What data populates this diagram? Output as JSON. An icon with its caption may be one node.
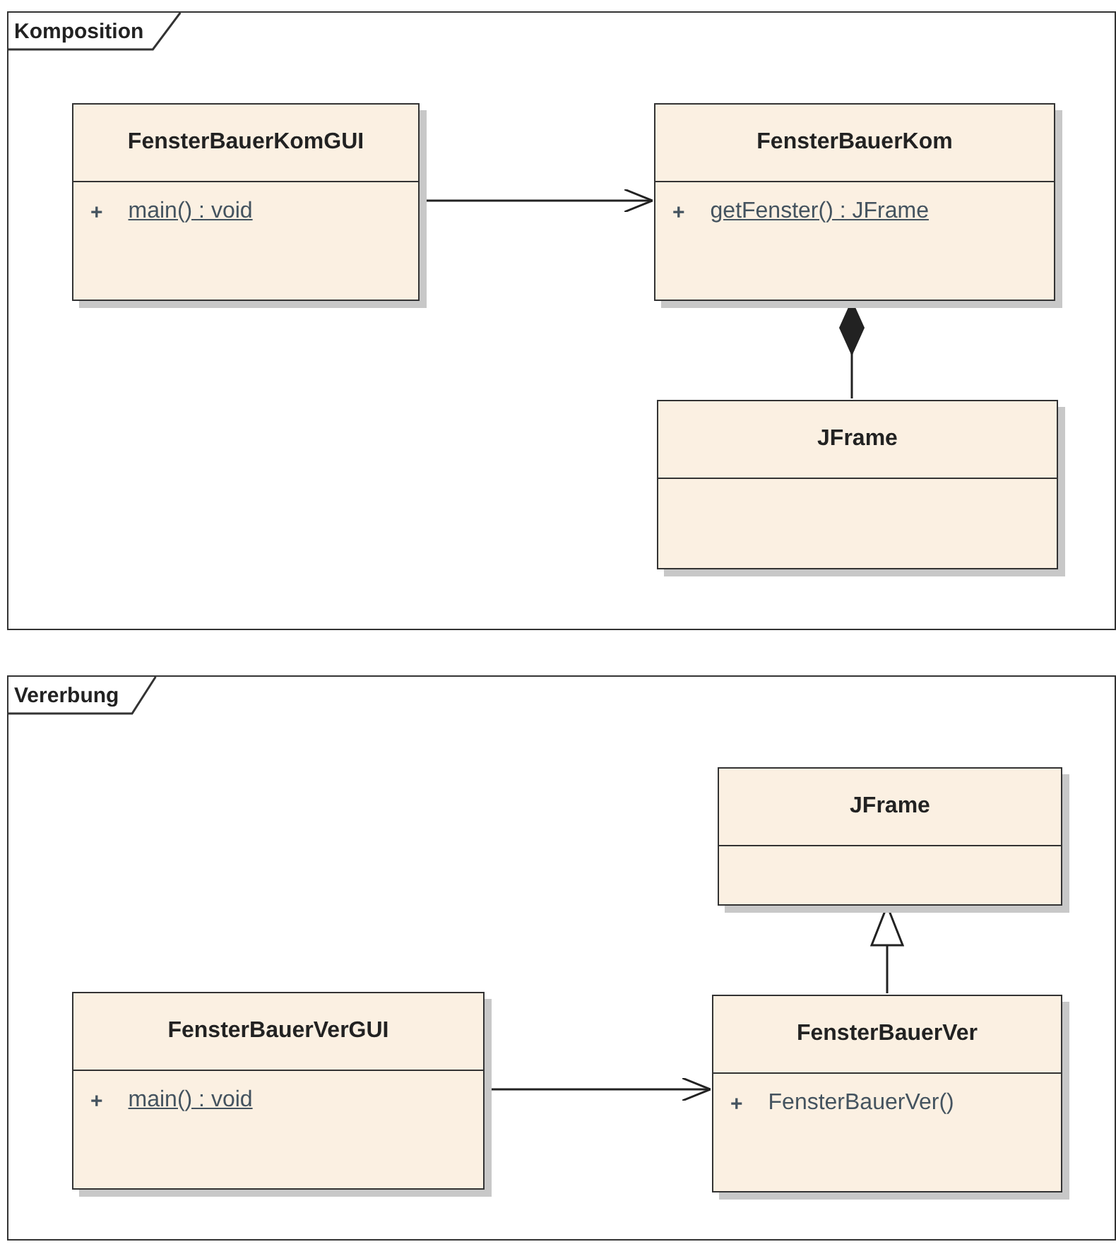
{
  "diagram": {
    "nodes": [
      {
        "text": [
          "Komposition"
        ]
      },
      {
        "text": [
          "FensterBauerKomGUI",
          "+",
          "main() : void"
        ],
        "in": 0
      },
      {
        "text": [
          "FensterBauerKom",
          "+",
          "getFenster() : JFrame"
        ],
        "in": 0
      },
      {
        "text": [
          "JFrame"
        ],
        "in": 0
      },
      {
        "text": [
          "Vererbung"
        ]
      },
      {
        "text": [
          "JFrame"
        ],
        "in": 4
      },
      {
        "text": [
          "FensterBauerVerGUI",
          "+",
          "main() : void"
        ],
        "in": 4
      },
      {
        "text": [
          "FensterBauerVer",
          "+",
          "FensterBauerVer()"
        ],
        "in": 4
      }
    ],
    "edges": [
      {
        "from": 1,
        "to": 2,
        "arrow": "to"
      },
      {
        "from": 3,
        "to": 2,
        "arrow": "other"
      },
      {
        "from": 7,
        "to": 5,
        "arrow": "to"
      },
      {
        "from": 6,
        "to": 7,
        "arrow": "to"
      }
    ]
  }
}
